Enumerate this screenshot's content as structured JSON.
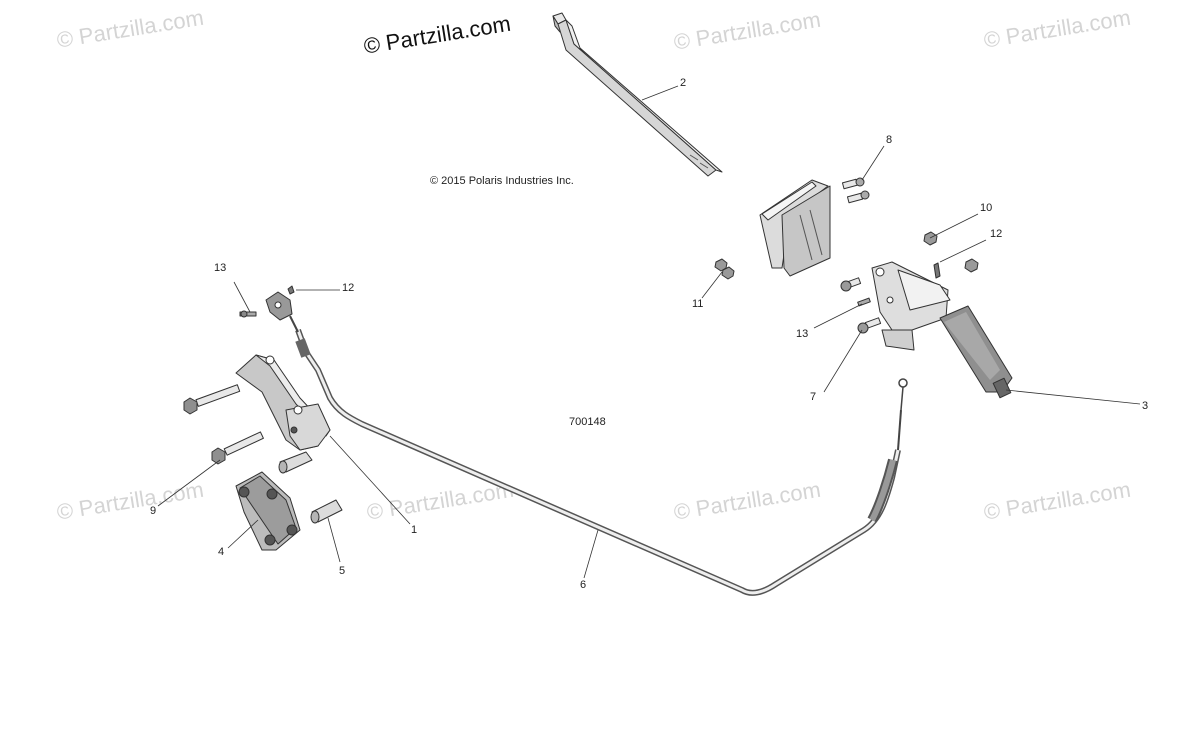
{
  "watermarks": {
    "header_copyright": "© Partzilla.com",
    "faint_1": "© Partzilla.com",
    "faint_2": "© Partzilla.com",
    "faint_3": "© Partzilla.com",
    "faint_4": "© Partzilla.com",
    "faint_5": "© Partzilla.com",
    "faint_6": "© Partzilla.com",
    "faint_7": "© Partzilla.com"
  },
  "diagram": {
    "copyright": "© 2015 Polaris Industries Inc.",
    "diagram_number": "700148"
  },
  "callouts": {
    "c1": "1",
    "c2": "2",
    "c3": "3",
    "c4": "4",
    "c5": "5",
    "c6": "6",
    "c7": "7",
    "c8": "8",
    "c9": "9",
    "c10": "10",
    "c11": "11",
    "c12a": "12",
    "c12b": "12",
    "c13a": "13",
    "c13b": "13"
  },
  "colors": {
    "line": "#333333",
    "part_fill": "#e8e8e8",
    "part_dark": "#9a9a9a",
    "watermark": "#d4d4d4"
  }
}
